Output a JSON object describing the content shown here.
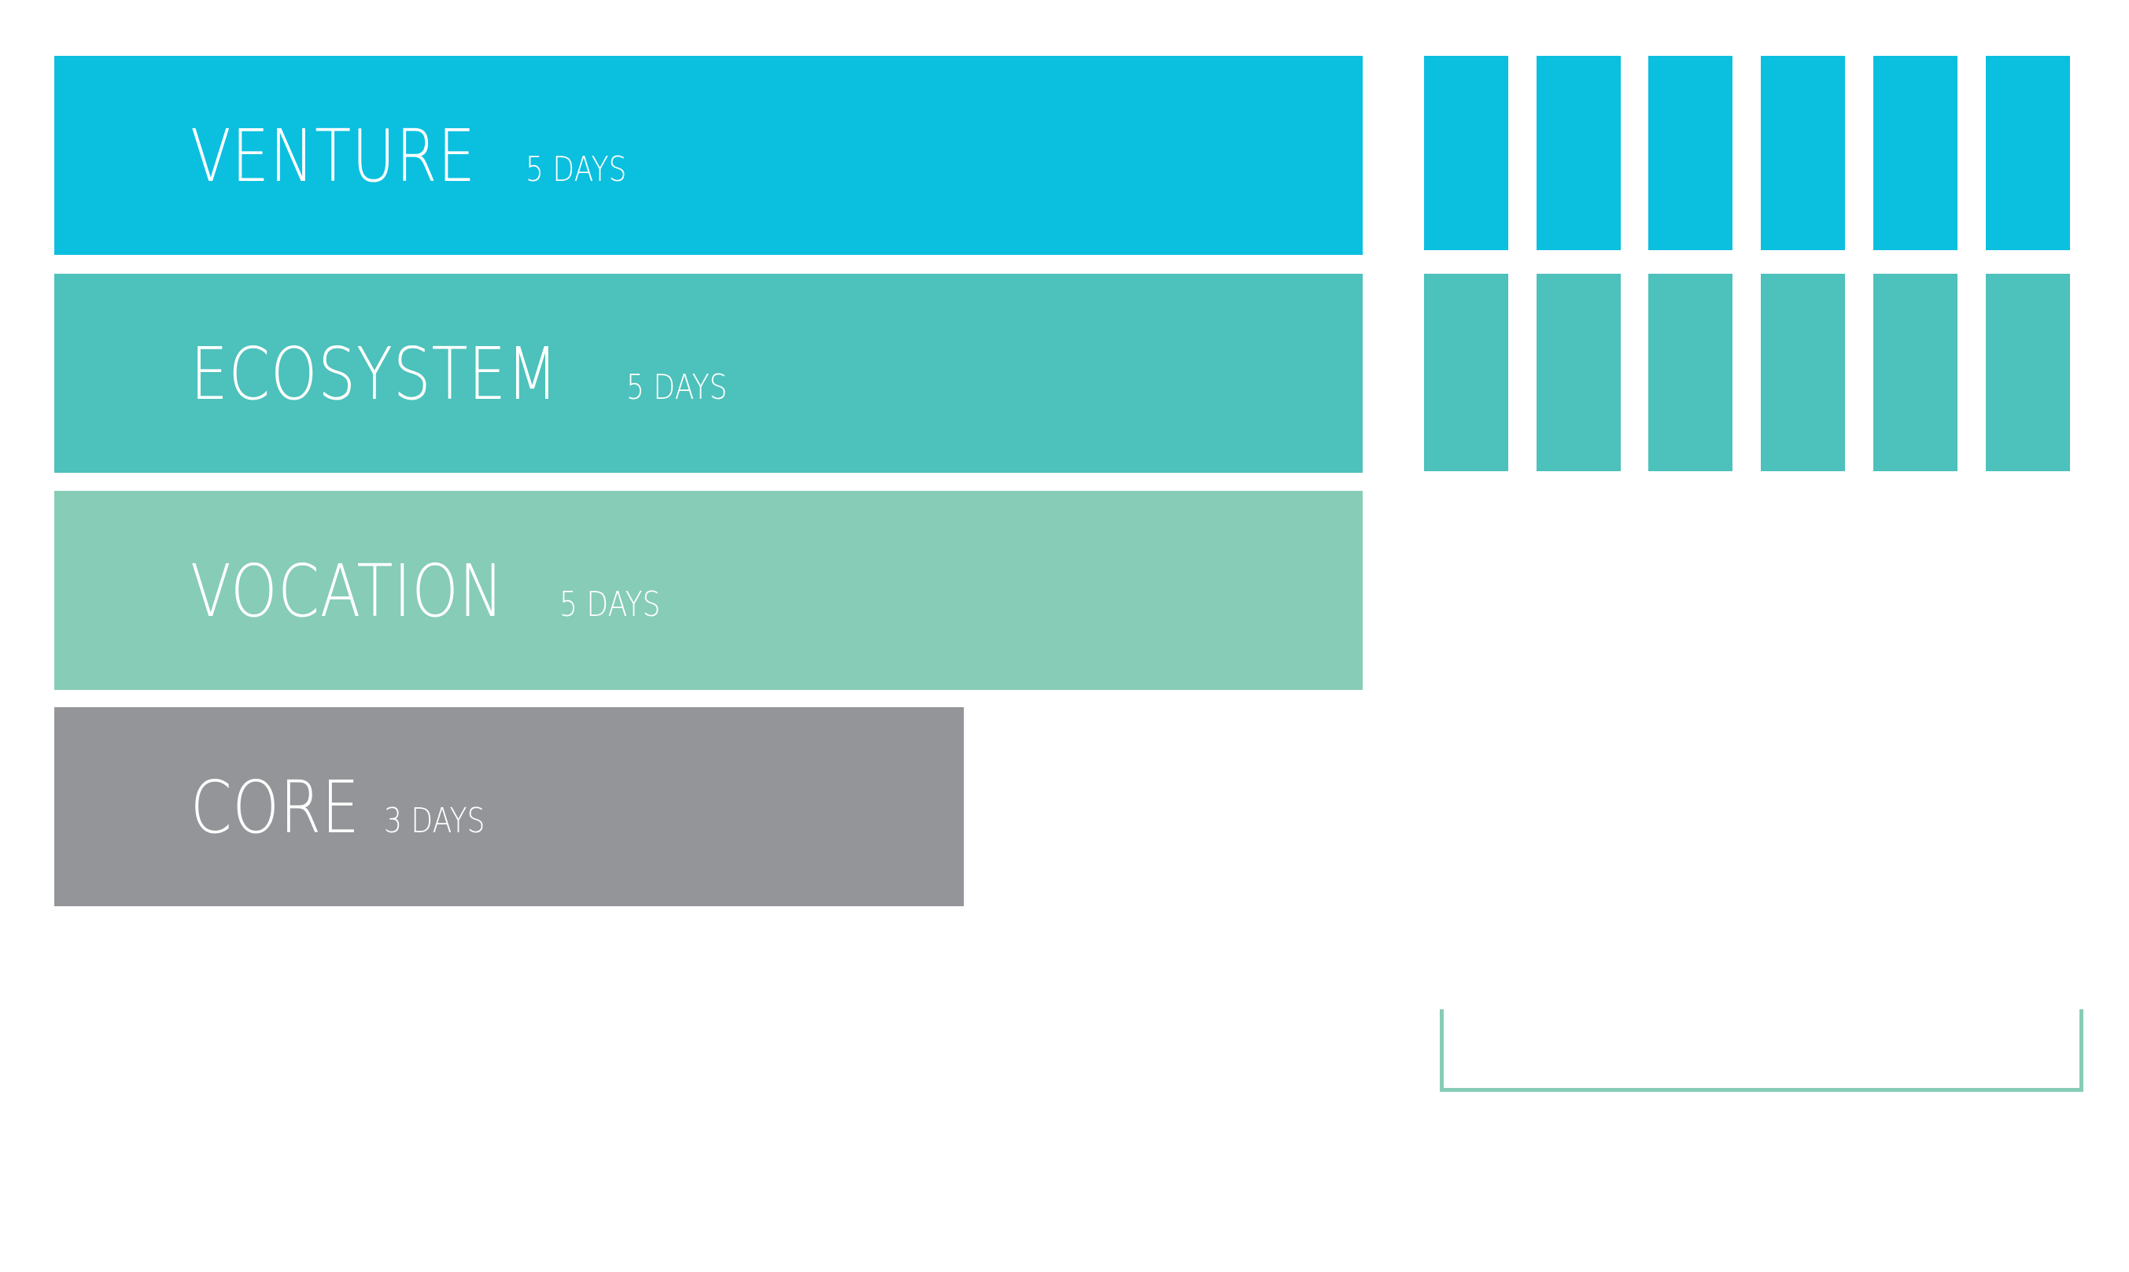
{
  "colors": {
    "venture": "#0bbfdf",
    "ecosystem": "#4dc1bb",
    "vocation": "#86ccb7",
    "core": "#949598",
    "bracket": "#86ccb7",
    "text": "#ffffff"
  },
  "bars": [
    {
      "id": "venture",
      "name": "VENTURE",
      "duration": "5 DAYS",
      "days": 5
    },
    {
      "id": "ecosystem",
      "name": "ECOSYSTEM",
      "duration": "5 DAYS",
      "days": 5
    },
    {
      "id": "vocation",
      "name": "VOCATION",
      "duration": "5 DAYS",
      "days": 5
    },
    {
      "id": "core",
      "name": "CORE",
      "duration": "3 DAYS",
      "days": 3
    }
  ],
  "block_rows": [
    {
      "id": "venture",
      "count": 6
    },
    {
      "id": "ecosystem",
      "count": 6
    }
  ]
}
